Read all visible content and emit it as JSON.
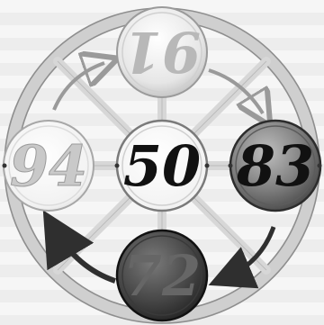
{
  "wheel": {
    "colors": {
      "rim": "#cfcfcf",
      "rim_edge": "#8e8e8e",
      "spoke": "#d7d7d7",
      "arrow": "#2f2f2f",
      "arrow_faint": "#9a9a9a"
    }
  },
  "numbers": {
    "top": "91",
    "left": "94",
    "center": "50",
    "right": "83",
    "bottom": "72"
  }
}
